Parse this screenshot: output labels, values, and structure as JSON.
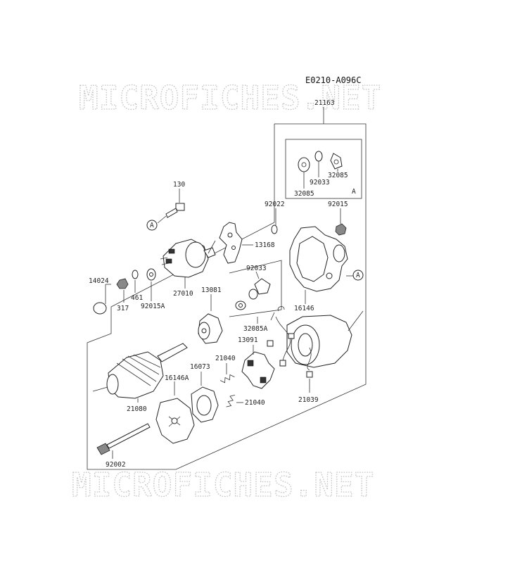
{
  "diagram_code": "E0210-A096C",
  "watermark_text": "MICROFICHES.NET",
  "labels": {
    "p21163": "21163",
    "p32085_a": "32085",
    "p92033_a": "92033",
    "p32085_b": "32085",
    "ref_a_kit": "A",
    "p130": "130",
    "ref_a_left": "A",
    "p92022": "92022",
    "p92015": "92015",
    "p13168": "13168",
    "p14024": "14024",
    "p461": "461",
    "p317": "317",
    "p92015a": "92015A",
    "p27010": "27010",
    "p92033_b": "92033",
    "ref_a_right": "A",
    "p13081": "13081",
    "p16146": "16146",
    "p32085a": "32085A",
    "p13091": "13091",
    "p21040_a": "21040",
    "p16073": "16073",
    "p16146a": "16146A",
    "p21040_b": "21040",
    "p21039": "21039",
    "p21080": "21080",
    "p92002": "92002"
  }
}
